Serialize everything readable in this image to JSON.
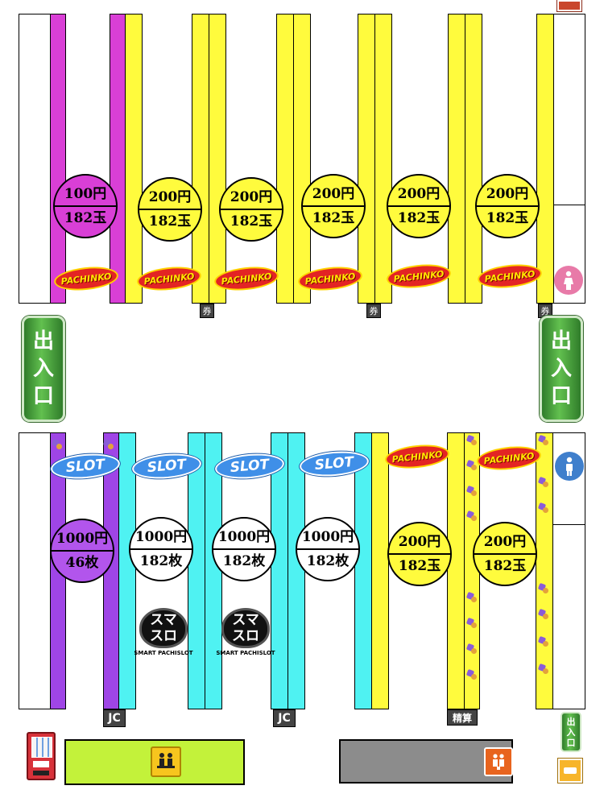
{
  "rates_top": [
    {
      "price": "100円",
      "balls": "182玉"
    },
    {
      "price": "200円",
      "balls": "182玉"
    },
    {
      "price": "200円",
      "balls": "182玉"
    },
    {
      "price": "200円",
      "balls": "182玉"
    },
    {
      "price": "200円",
      "balls": "182玉"
    },
    {
      "price": "200円",
      "balls": "182玉"
    }
  ],
  "rates_bottom": [
    {
      "price": "1000円",
      "balls": "46枚"
    },
    {
      "price": "1000円",
      "balls": "182枚"
    },
    {
      "price": "1000円",
      "balls": "182枚"
    },
    {
      "price": "1000円",
      "balls": "182枚"
    },
    {
      "price": "200円",
      "balls": "182玉"
    },
    {
      "price": "200円",
      "balls": "182玉"
    }
  ],
  "badges": {
    "pachinko": "PACHINKO",
    "slot": "SLOT"
  },
  "ticket_label": "券",
  "jc_label": "JC",
  "seisan_label": "精算",
  "exit": {
    "line1": "出",
    "line2": "入",
    "line3": "口"
  },
  "smaslo": {
    "line1": "スマ",
    "line2": "スロ",
    "sub": "SMART PACHISLOT"
  },
  "icons": {
    "restroom_women": "woman-icon",
    "restroom_men": "man-icon",
    "lounge": "lounge-icon",
    "smoking_room": "smoking-room-icon",
    "vending": "vending-machine-icon",
    "service": "service-counter-icon"
  },
  "colors": {
    "magenta": "#d93fd6",
    "yellow": "#fffb3d",
    "purple": "#9f45e6",
    "cyan": "#4ff2f2",
    "lounge_green": "#c3f23a",
    "smoking_gray": "#8c8c8c",
    "exit_green": "#4aa63e"
  }
}
